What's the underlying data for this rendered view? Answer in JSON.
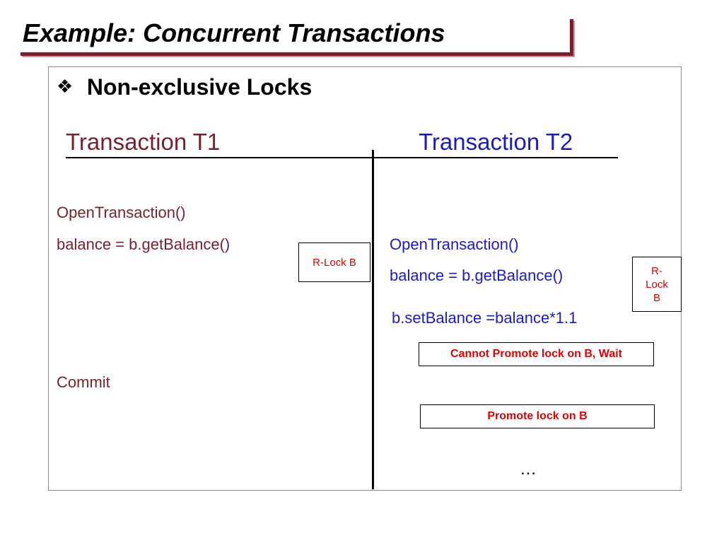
{
  "title": "Example: Concurrent Transactions",
  "bullet": {
    "icon": "four-diamond-icon",
    "symbol": "❖",
    "text": "Non-exclusive Locks"
  },
  "columns": {
    "t1_header": "Transaction T1",
    "t2_header": "Transaction T2"
  },
  "t1_ops": {
    "open": "OpenTransaction()",
    "read": "balance = b.getBalance()",
    "commit": "Commit"
  },
  "t2_ops": {
    "open": "OpenTransaction()",
    "read": "balance = b.getBalance()",
    "write": "b.setBalance =balance*1.1",
    "continue": "…"
  },
  "locks": {
    "t1_lock": "R-Lock B",
    "t2_lock_line1": "R-",
    "t2_lock_line2": "Lock",
    "t2_lock_line3": "B"
  },
  "notes": {
    "wait": "Cannot Promote lock on B, Wait",
    "promote": "Promote lock on B"
  },
  "colors": {
    "t1": "#7a1f2b",
    "t2": "#1a1ac8",
    "lock_text": "#e00000",
    "title_shadow": "#7a1f2b"
  }
}
